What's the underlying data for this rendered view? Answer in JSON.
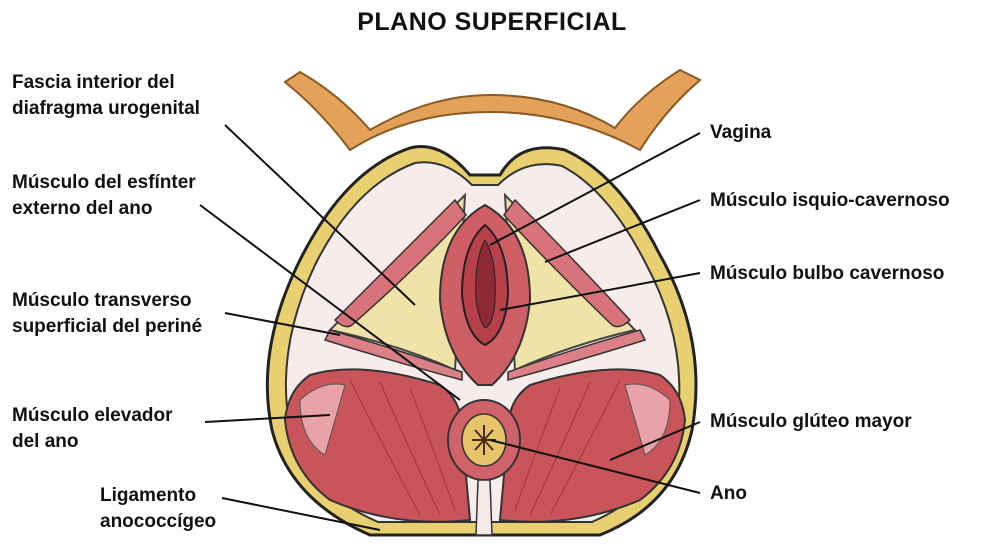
{
  "title": "PLANO SUPERFICIAL",
  "labels": {
    "fascia": [
      "Fascia interior del",
      "diafragma urogenital"
    ],
    "esfinter": [
      "Músculo del esfínter",
      "externo del ano"
    ],
    "transverso": [
      "Músculo transverso",
      "superficial del periné"
    ],
    "elevador": [
      "Músculo elevador",
      "del ano"
    ],
    "ligamento": [
      "Ligamento",
      "anococcígeo"
    ],
    "vagina": "Vagina",
    "isquio": "Músculo isquio-cavernoso",
    "bulbo": "Músculo bulbo cavernoso",
    "gluteo": "Músculo glúteo mayor",
    "ano": "Ano"
  },
  "colors": {
    "muscle": "#c9545a",
    "muscle_light": "#e8a2a8",
    "fascia_yellow": "#eee4a8",
    "bone": "#d4a24e",
    "outline": "#222222"
  }
}
